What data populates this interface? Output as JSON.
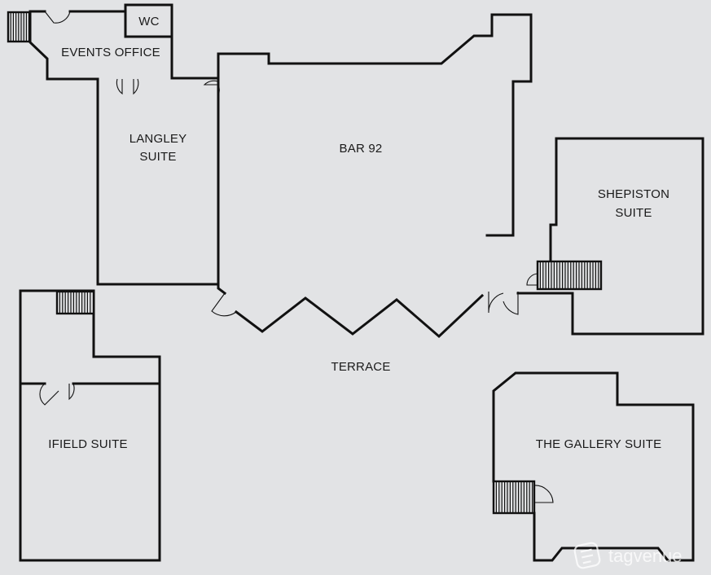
{
  "rooms": {
    "wc": "WC",
    "events_office": "EVENTS OFFICE",
    "langley_line1": "LANGLEY",
    "langley_line2": "SUITE",
    "bar": "BAR 92",
    "shepiston_line1": "SHEPISTON",
    "shepiston_line2": "SUITE",
    "terrace": "TERRACE",
    "ifield": "IFIELD SUITE",
    "gallery": "THE GALLERY SUITE"
  },
  "watermark": {
    "text": "tagvenue",
    "icon": "tagvenue-logo-icon"
  },
  "colors": {
    "background": "#e2e3e5",
    "walls": "#111111"
  }
}
